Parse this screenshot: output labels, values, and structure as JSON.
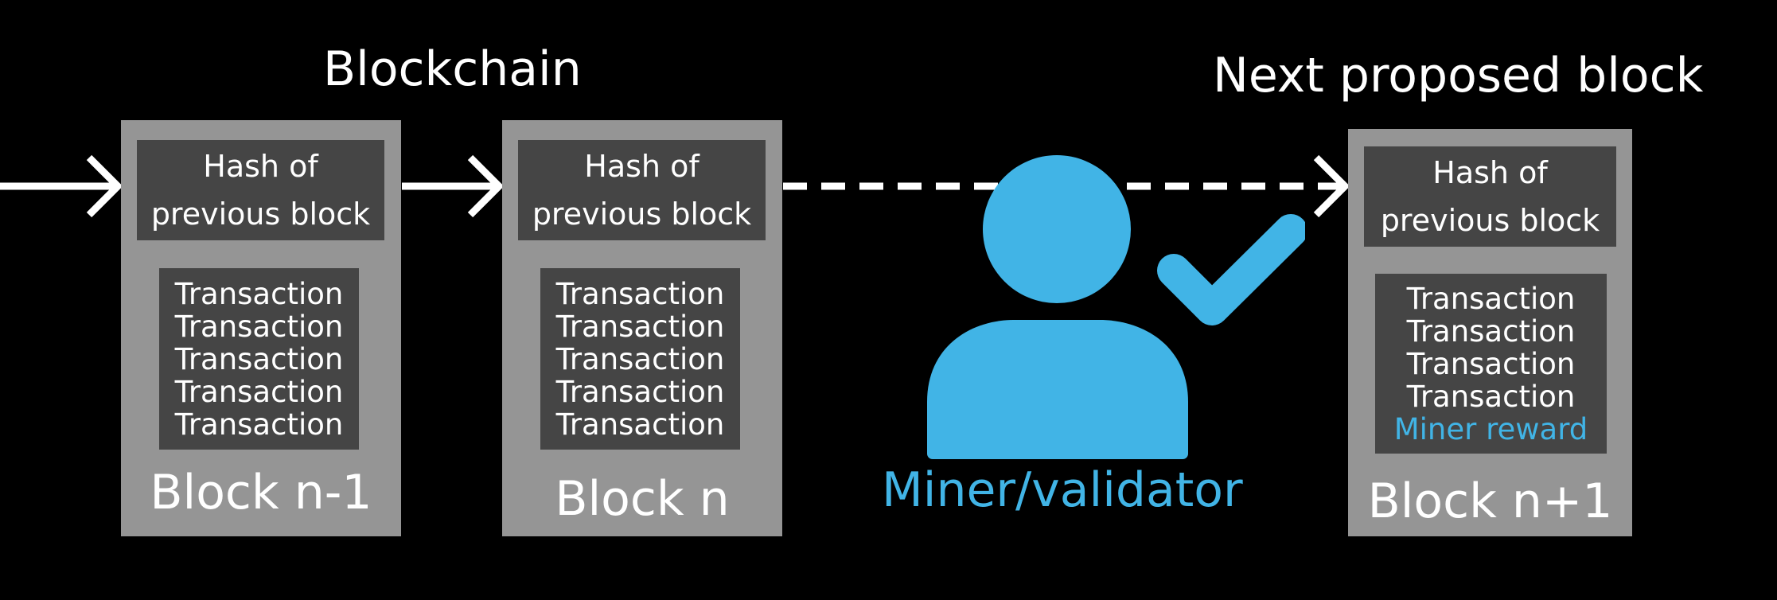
{
  "headings": {
    "blockchain": "Blockchain",
    "next_proposed": "Next proposed block"
  },
  "blocks": [
    {
      "hash_lines": [
        "Hash of",
        "previous block"
      ],
      "transactions": [
        "Transaction",
        "Transaction",
        "Transaction",
        "Transaction",
        "Transaction"
      ],
      "label": "Block n-1"
    },
    {
      "hash_lines": [
        "Hash of",
        "previous block"
      ],
      "transactions": [
        "Transaction",
        "Transaction",
        "Transaction",
        "Transaction",
        "Transaction"
      ],
      "label": "Block n"
    },
    {
      "hash_lines": [
        "Hash of",
        "previous block"
      ],
      "transactions": [
        "Transaction",
        "Transaction",
        "Transaction",
        "Transaction"
      ],
      "reward": "Miner reward",
      "label": "Block n+1"
    }
  ],
  "miner": {
    "label": "Miner/validator",
    "icon": "user-check-icon"
  },
  "colors": {
    "background": "#000000",
    "block": "#959595",
    "inner_box": "#454545",
    "accent": "#41b4e6",
    "text": "#ffffff"
  }
}
